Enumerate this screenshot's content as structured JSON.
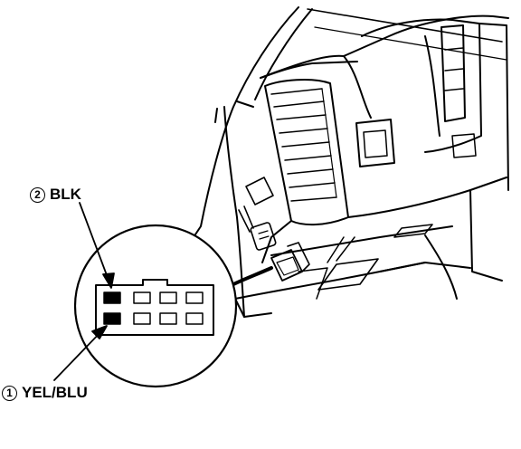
{
  "callouts": [
    {
      "number": "2",
      "wire_color": "BLK"
    },
    {
      "number": "1",
      "wire_color": "YEL/BLU"
    }
  ],
  "connector": {
    "rows": 2,
    "cols": 4,
    "filled_terminals": [
      "row1-col1",
      "row2-col1"
    ]
  },
  "colors": {
    "ink": "#000000",
    "paper": "#ffffff"
  }
}
